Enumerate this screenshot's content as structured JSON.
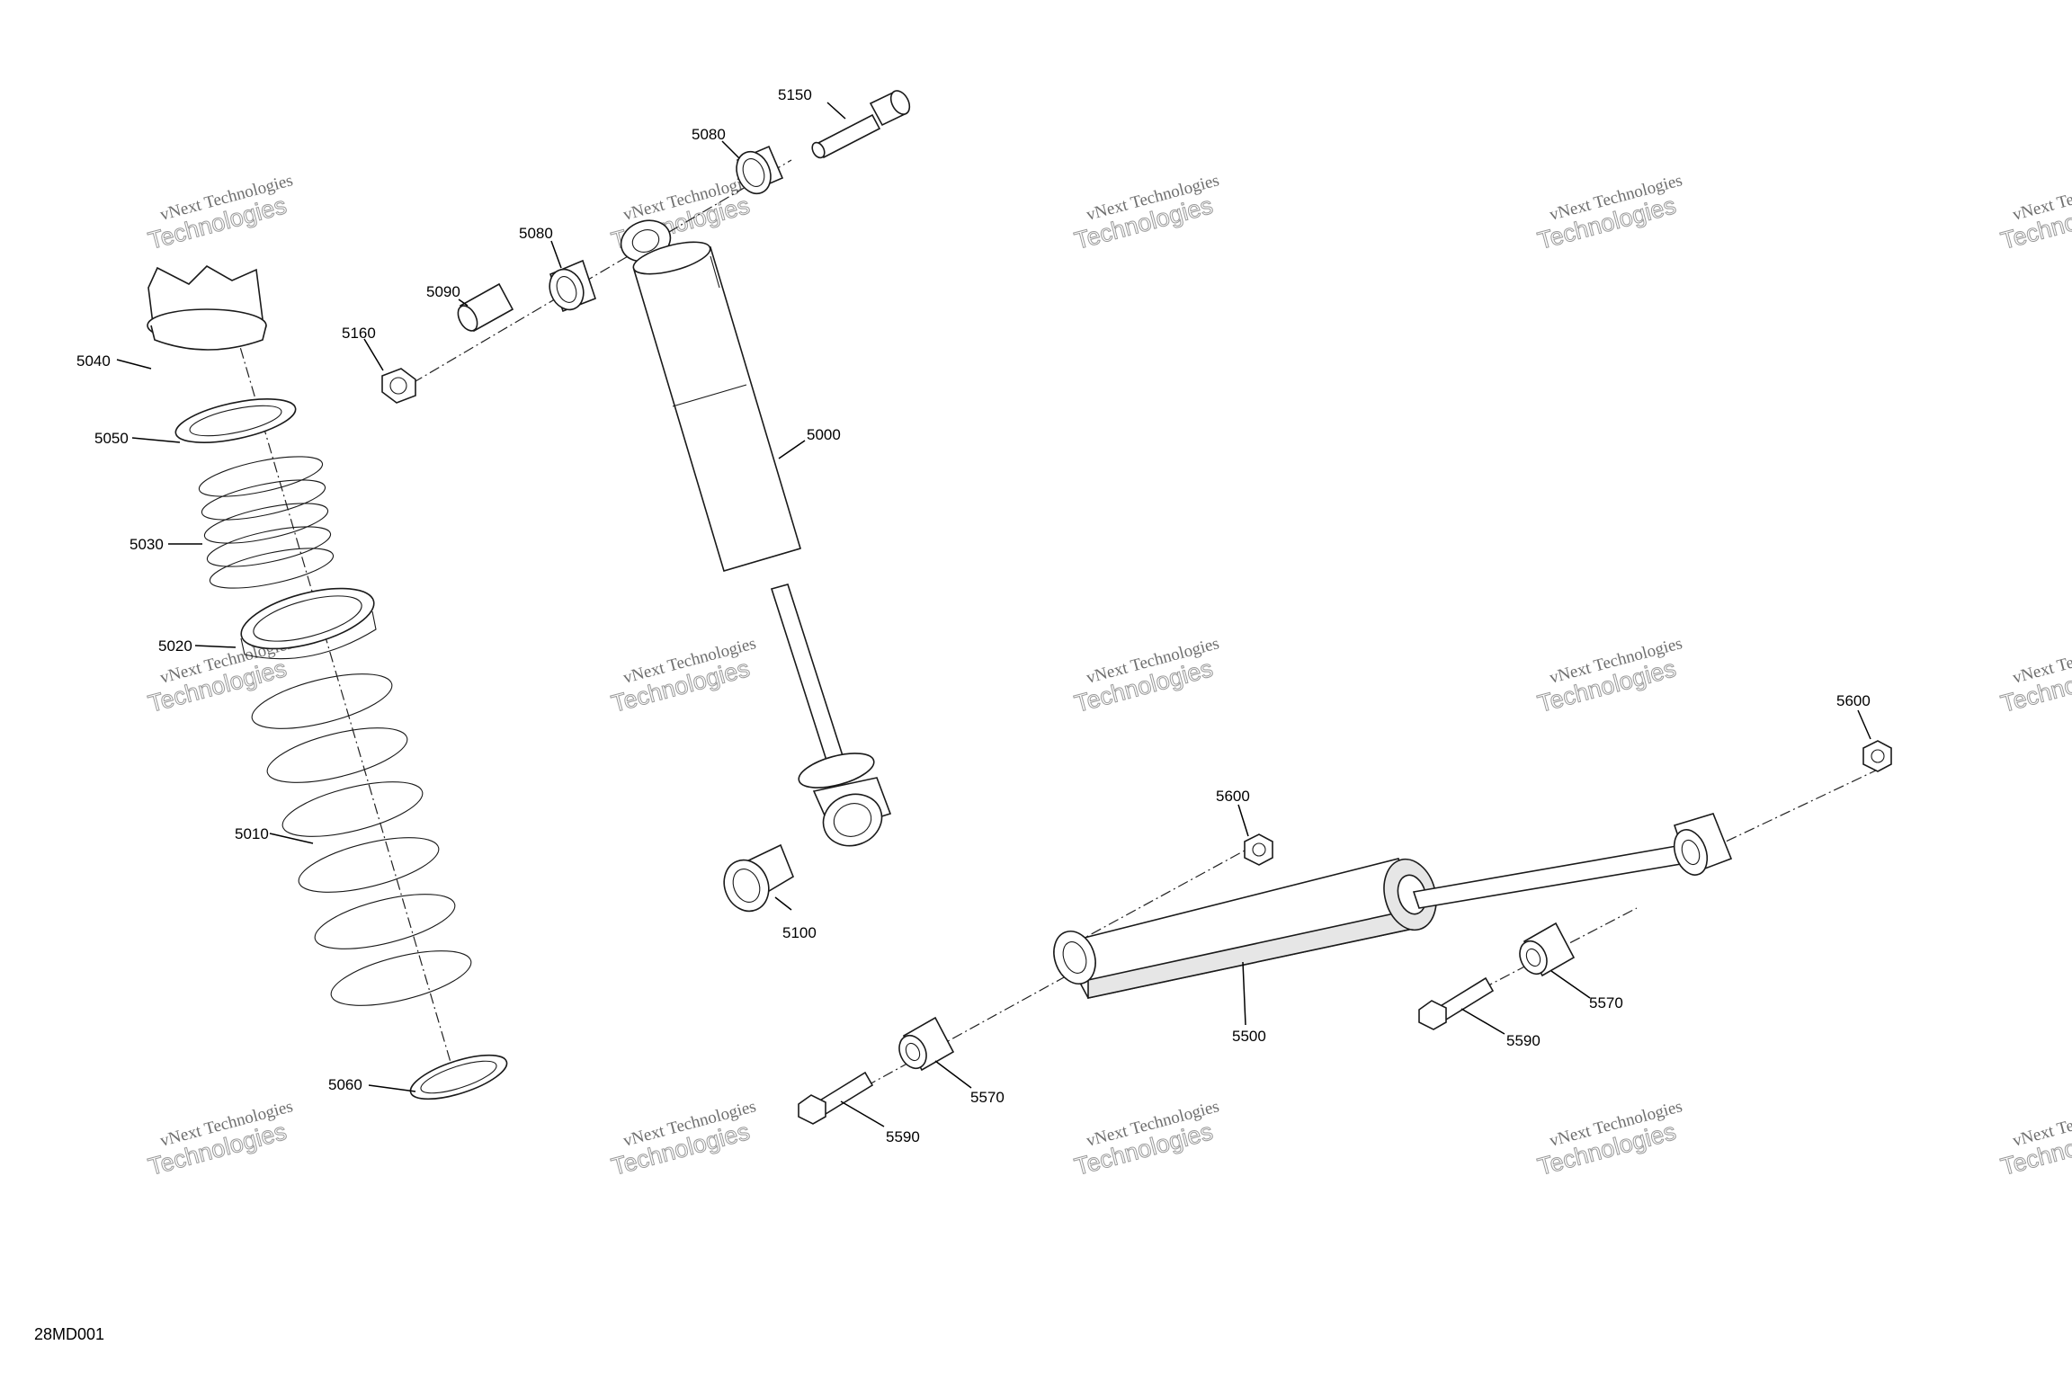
{
  "drawing_id": "28MD001",
  "watermark": {
    "line1": "vNext Technologies",
    "line2": "Technologies"
  },
  "callouts": {
    "c5150": "5150",
    "c5080a": "5080",
    "c5080b": "5080",
    "c5090": "5090",
    "c5160": "5160",
    "c5040": "5040",
    "c5050": "5050",
    "c5030": "5030",
    "c5020": "5020",
    "c5010": "5010",
    "c5060": "5060",
    "c5000": "5000",
    "c5100": "5100",
    "c5600a": "5600",
    "c5600b": "5600",
    "c5500": "5500",
    "c5570a": "5570",
    "c5570b": "5570",
    "c5590a": "5590",
    "c5590b": "5590"
  }
}
